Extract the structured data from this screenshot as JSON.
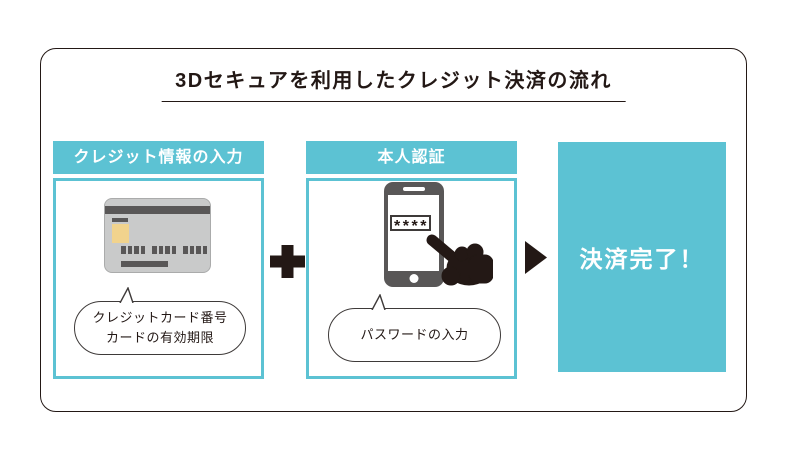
{
  "title": "3Dセキュアを利用したクレジット決済の流れ",
  "steps": [
    {
      "header": "クレジット情報の入力",
      "illustration": "credit-card",
      "bubble_lines": [
        "クレジットカード番号",
        "カードの有効期限"
      ]
    },
    {
      "header": "本人認証",
      "illustration": "smartphone-with-pointing-hand",
      "password_mask": "****",
      "bubble_lines": [
        "パスワードの入力"
      ]
    }
  ],
  "connectors": {
    "between_step1_step2": "plus",
    "between_step2_result": "triangle-right"
  },
  "result": {
    "label": "決済完了！"
  },
  "icons": {
    "plus": "plus-icon",
    "arrow": "triangle-right-icon",
    "credit_card": "credit-card-icon",
    "smartphone": "smartphone-icon",
    "hand": "pointing-hand-icon",
    "speech_bubble": "speech-bubble"
  },
  "colors": {
    "teal": "#5cc2d3",
    "dark": "#231815",
    "gray": "#595757",
    "cardGray": "#c9caca",
    "cardBorder": "#aaabab",
    "chip": "#f1d38d",
    "bubbleBorder": "#3e3a39"
  }
}
